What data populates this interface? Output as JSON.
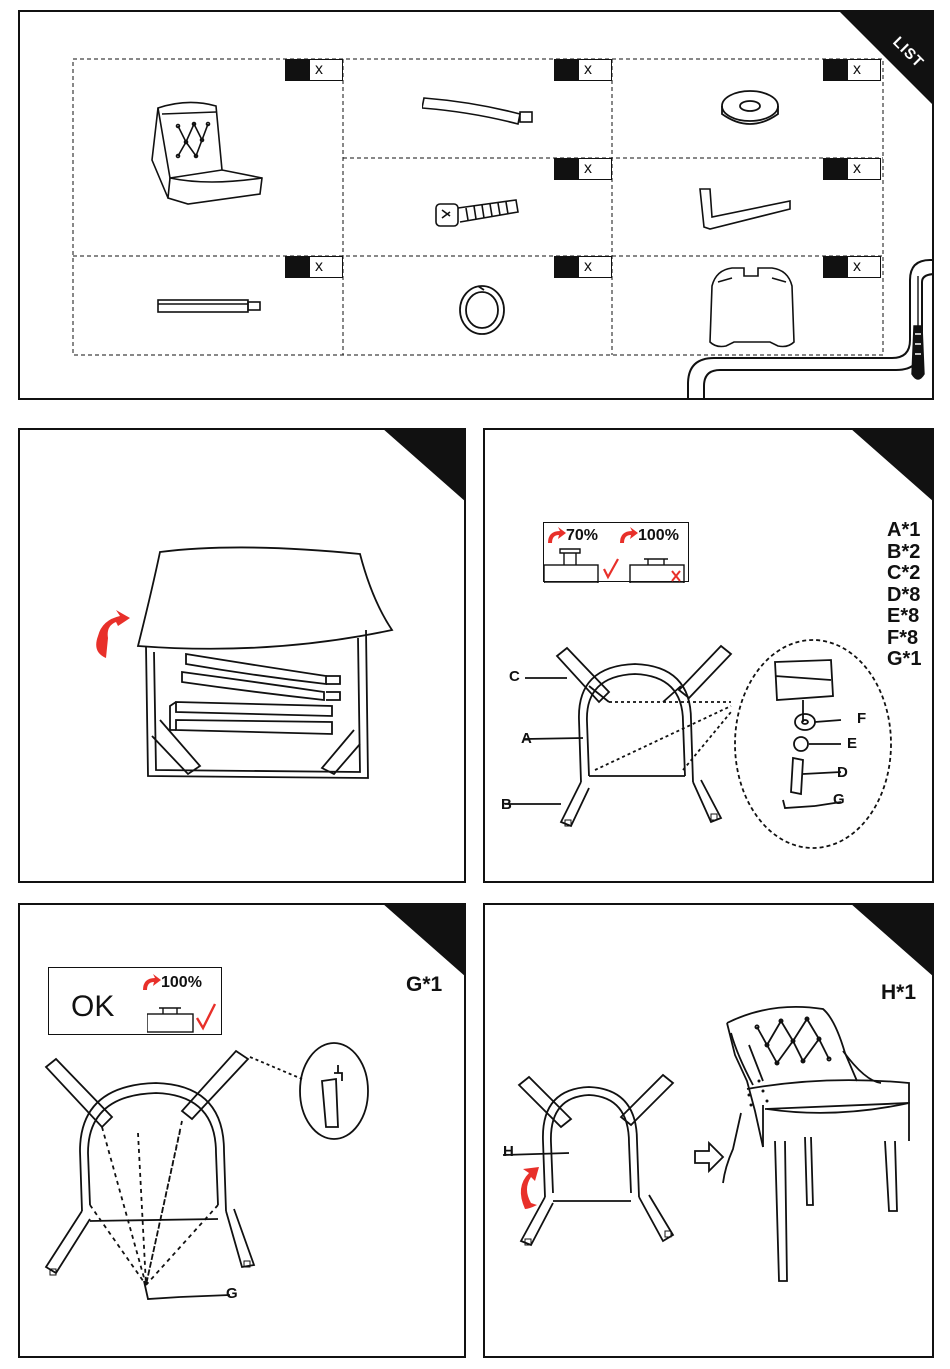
{
  "list_panel": {
    "tag": "LIST",
    "parts": [
      {
        "qty_label": "x",
        "icon": "chair-icon"
      },
      {
        "qty_label": "x",
        "icon": "curved-bar-icon"
      },
      {
        "qty_label": "x",
        "icon": "washer-icon"
      },
      {
        "qty_label": "x",
        "icon": "bolt-icon"
      },
      {
        "qty_label": "x",
        "icon": "allen-key-icon"
      },
      {
        "qty_label": "x",
        "icon": "straight-bar-icon"
      },
      {
        "qty_label": "x",
        "icon": "spring-washer-icon"
      },
      {
        "qty_label": "x",
        "icon": "chair-back-icon"
      }
    ]
  },
  "step2": {
    "tight_pct": "70%",
    "full_pct": "100%",
    "parts_list": [
      "A*1",
      "B*2",
      "C*2",
      "D*8",
      "E*8",
      "F*8",
      "G*1"
    ],
    "labels": {
      "a": "A",
      "b": "B",
      "c": "C",
      "d": "D",
      "e": "E",
      "f": "F",
      "g": "G"
    }
  },
  "step3": {
    "ok_text": "OK",
    "pct": "100%",
    "parts_tag": "G*1",
    "tool_label": "G"
  },
  "step4": {
    "parts_tag": "H*1",
    "part_label": "H"
  },
  "colors": {
    "accent_red": "#e8302a",
    "ink": "#111111"
  }
}
